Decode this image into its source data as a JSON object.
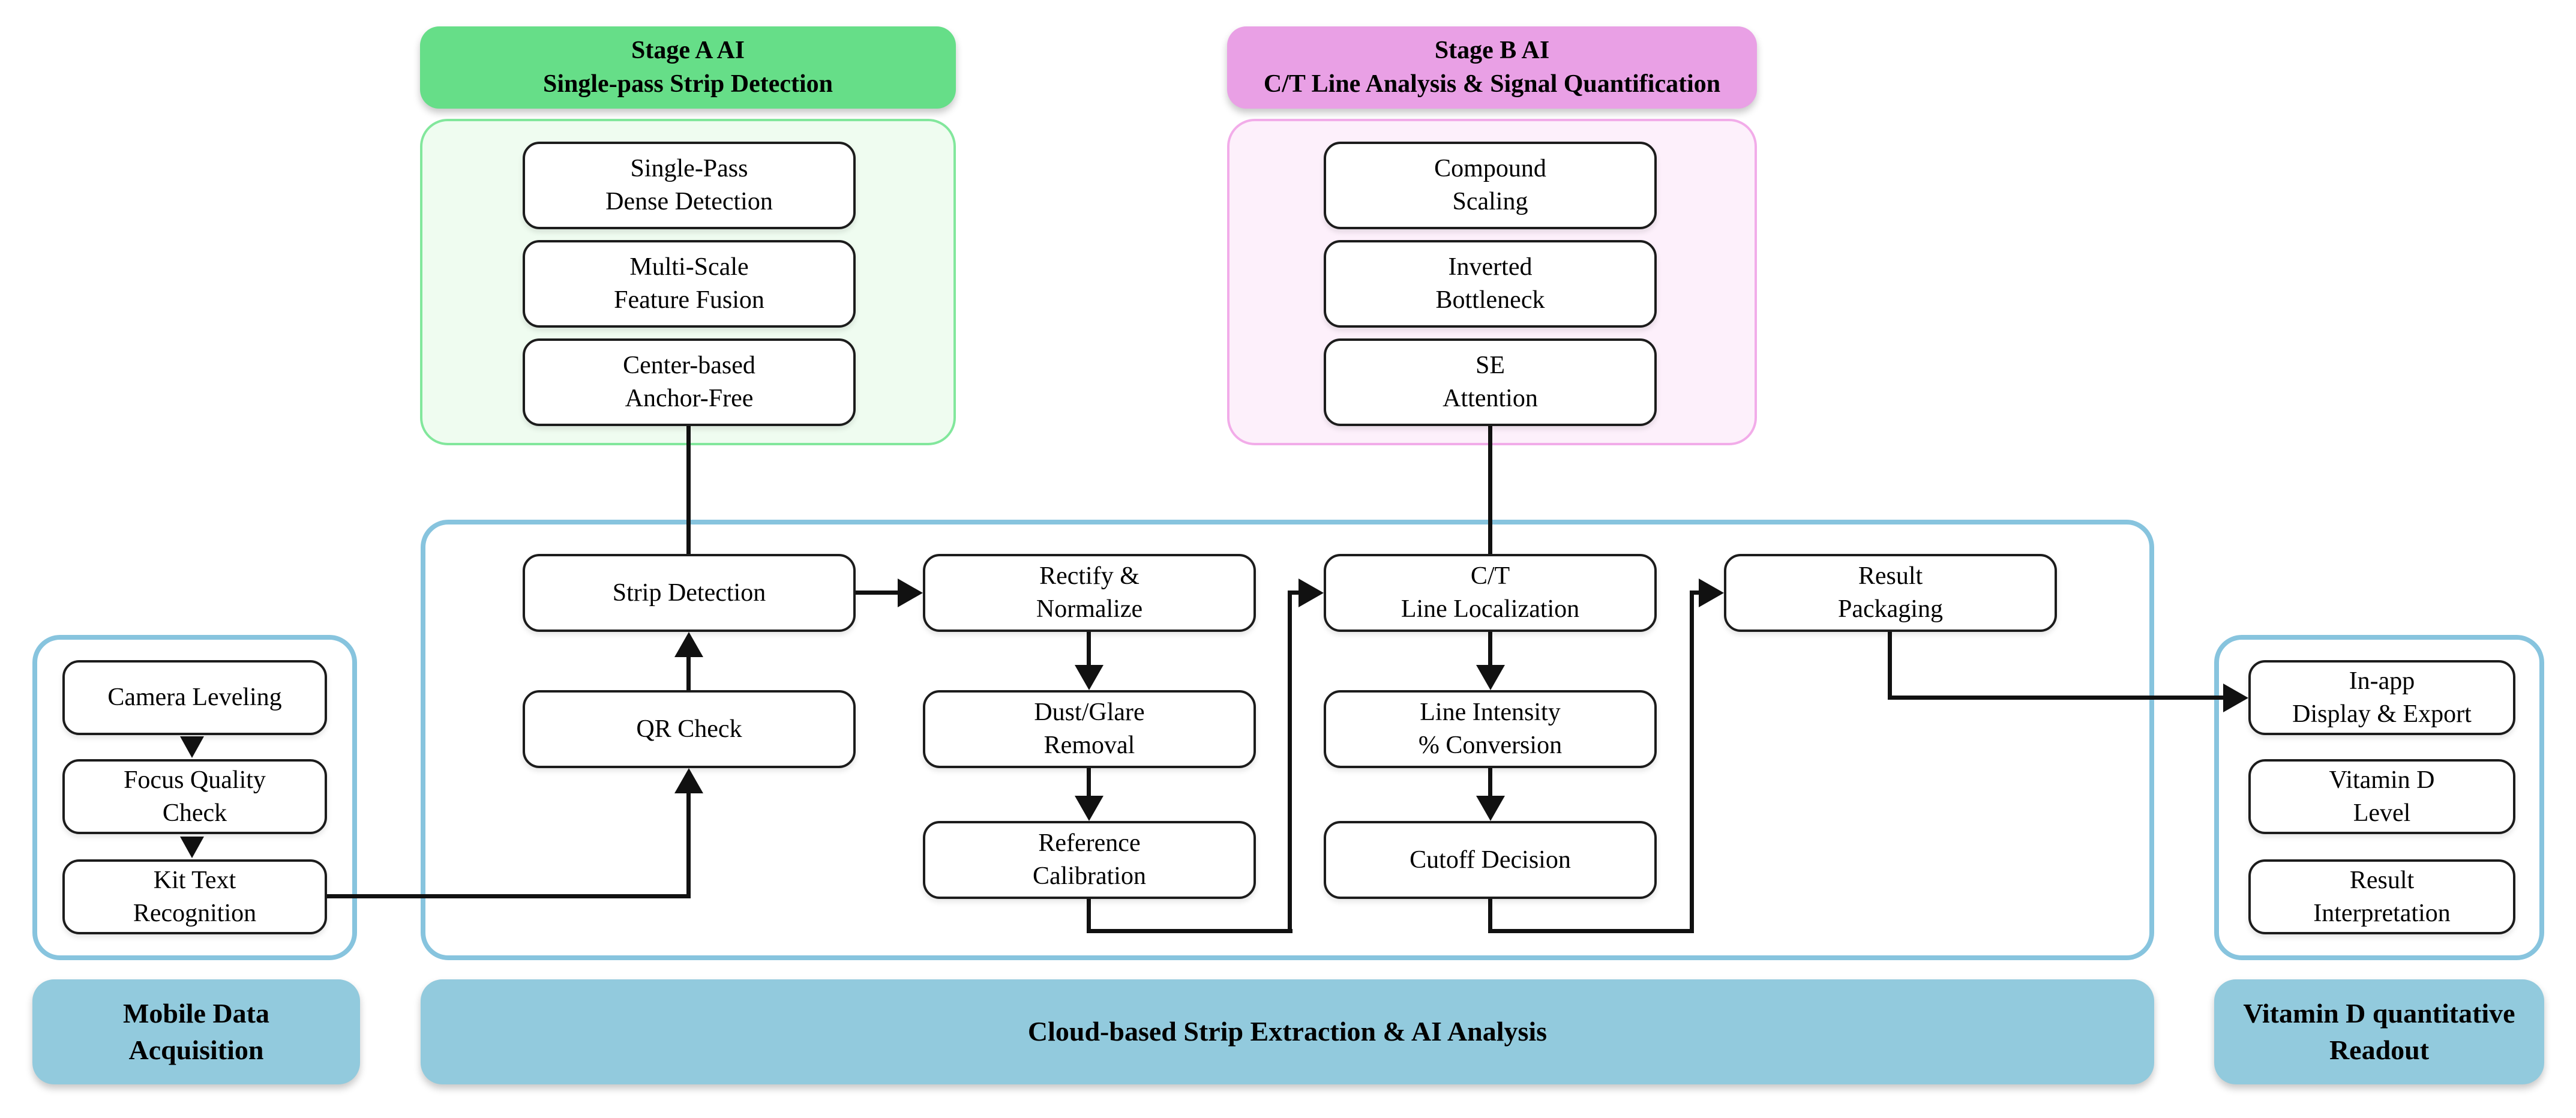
{
  "stage_a": {
    "header_lines": [
      "Stage A AI",
      "Single-pass Strip Detection"
    ],
    "items": [
      [
        "Single-Pass",
        "Dense Detection"
      ],
      [
        "Multi-Scale",
        "Feature Fusion"
      ],
      [
        "Center-based",
        "Anchor-Free"
      ]
    ]
  },
  "stage_b": {
    "header_lines": [
      "Stage B AI",
      "C/T Line Analysis & Signal Quantification"
    ],
    "items": [
      [
        "Compound",
        "Scaling"
      ],
      [
        "Inverted",
        "Bottleneck"
      ],
      [
        "SE",
        "Attention"
      ]
    ]
  },
  "mobile": {
    "items": [
      [
        "Camera Leveling"
      ],
      [
        "Focus Quality",
        "Check"
      ],
      [
        "Kit Text",
        "Recognition"
      ]
    ],
    "banner_lines": [
      "Mobile Data",
      "Acquisition"
    ]
  },
  "cloud": {
    "nodes": {
      "strip_detection": [
        "Strip Detection"
      ],
      "qr_check": [
        "QR Check"
      ],
      "rectify": [
        "Rectify &",
        "Normalize"
      ],
      "dust_glare": [
        "Dust/Glare",
        "Removal"
      ],
      "reference_calibration": [
        "Reference",
        "Calibration"
      ],
      "ct_localization": [
        "C/T",
        "Line Localization"
      ],
      "line_intensity": [
        "Line Intensity",
        "% Conversion"
      ],
      "cutoff_decision": [
        "Cutoff Decision"
      ],
      "result_packaging": [
        "Result",
        "Packaging"
      ]
    },
    "banner_lines": [
      "Cloud-based Strip Extraction & AI Analysis"
    ]
  },
  "readout": {
    "items": [
      [
        "In-app",
        "Display & Export"
      ],
      [
        "Vitamin D",
        "Level"
      ],
      [
        "Result",
        "Interpretation"
      ]
    ],
    "banner_lines": [
      "Vitamin D quantitative",
      "Readout"
    ]
  },
  "colors": {
    "stage_a_header": "#66de88",
    "stage_a_fill": "#effcf0",
    "stage_a_border": "#82e79c",
    "stage_b_header": "#e9a0e5",
    "stage_b_fill": "#fdf0fb",
    "stage_b_border": "#f2ace9",
    "banner_fill": "#92cadd",
    "panel_border_blue": "#87c4de",
    "node_border": "#1c1c1c",
    "connector": "#111111"
  }
}
